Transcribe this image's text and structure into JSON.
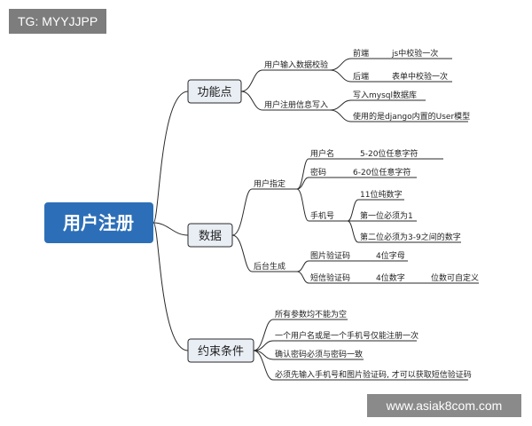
{
  "tag": "TG: MYYJJPP",
  "watermark": "www.asiak8com.com",
  "colors": {
    "root_fill": "#2c6fb8",
    "branch_fill": "#e9eef5",
    "line": "#2a2a2a"
  },
  "root": "用户注册",
  "branches": {
    "features": {
      "label": "功能点",
      "user_input_validation": {
        "label": "用户输入数据校验",
        "frontend": {
          "label": "前端",
          "detail": "js中校验一次"
        },
        "backend": {
          "label": "后端",
          "detail": "表单中校验一次"
        }
      },
      "user_info_write": {
        "label": "用户注册信息写入",
        "items": [
          "写入mysql数据库",
          "使用的是django内置的User模型"
        ]
      }
    },
    "data": {
      "label": "数据",
      "user_specified": {
        "label": "用户指定",
        "username": {
          "label": "用户名",
          "detail": "5-20位任意字符"
        },
        "password": {
          "label": "密码",
          "detail": "6-20位任意字符"
        },
        "phone": {
          "label": "手机号",
          "details": [
            "11位纯数字",
            "第一位必须为1",
            "第二位必须为3-9之间的数字"
          ]
        }
      },
      "backend_generated": {
        "label": "后台生成",
        "image_code": {
          "label": "图片验证码",
          "detail": "4位字母"
        },
        "sms_code": {
          "label": "短信验证码",
          "detail": "4位数字",
          "extra": "位数可自定义"
        }
      }
    },
    "constraints": {
      "label": "约束条件",
      "items": [
        "所有参数均不能为空",
        "一个用户名或是一个手机号仅能注册一次",
        "确认密码必须与密码一致",
        "必须先输入手机号和图片验证码, 才可以获取短信验证码"
      ]
    }
  }
}
